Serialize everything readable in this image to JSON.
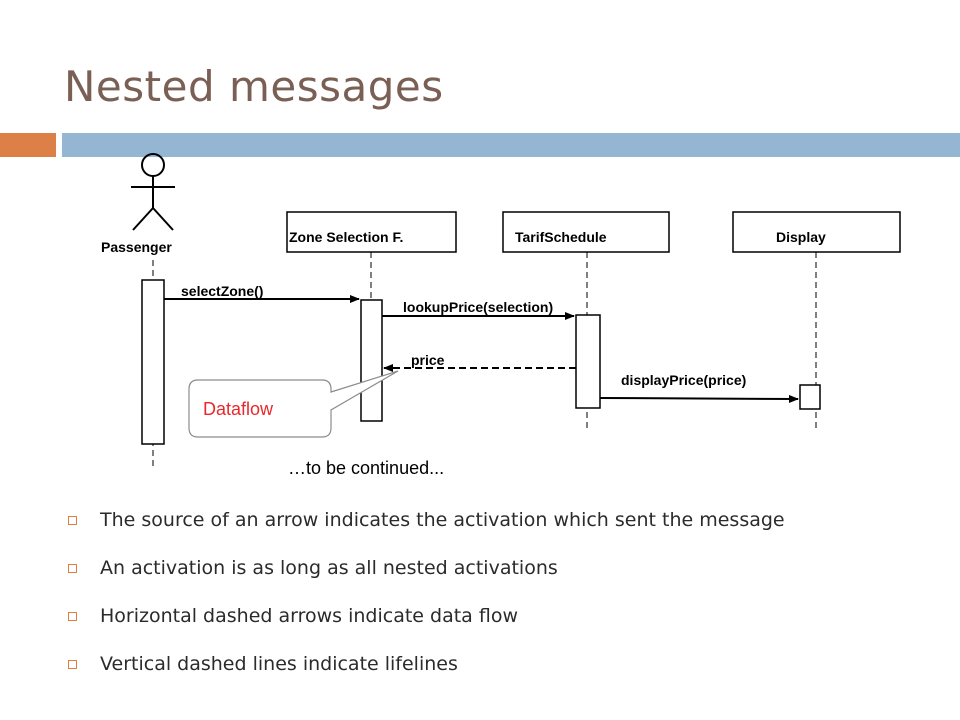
{
  "title": "Nested messages",
  "colors": {
    "accent": "#dd8047",
    "bar": "#94b6d2",
    "title": "#7a5f55",
    "callout_text": "#e8282c"
  },
  "diagram": {
    "actor": "Passenger",
    "objects": [
      "Zone Selection F.",
      "TarifSchedule",
      "Display"
    ],
    "messages": {
      "select_zone": "selectZone()",
      "lookup_price": "lookupPrice(selection)",
      "price": "price",
      "display_price": "displayPrice(price)"
    },
    "callout": "Dataflow",
    "continued": "…to be continued..."
  },
  "bullets": [
    "The source of an arrow indicates the activation which sent the message",
    "An activation is as long as all nested activations",
    "Horizontal dashed arrows indicate data flow",
    "Vertical dashed lines indicate lifelines"
  ]
}
